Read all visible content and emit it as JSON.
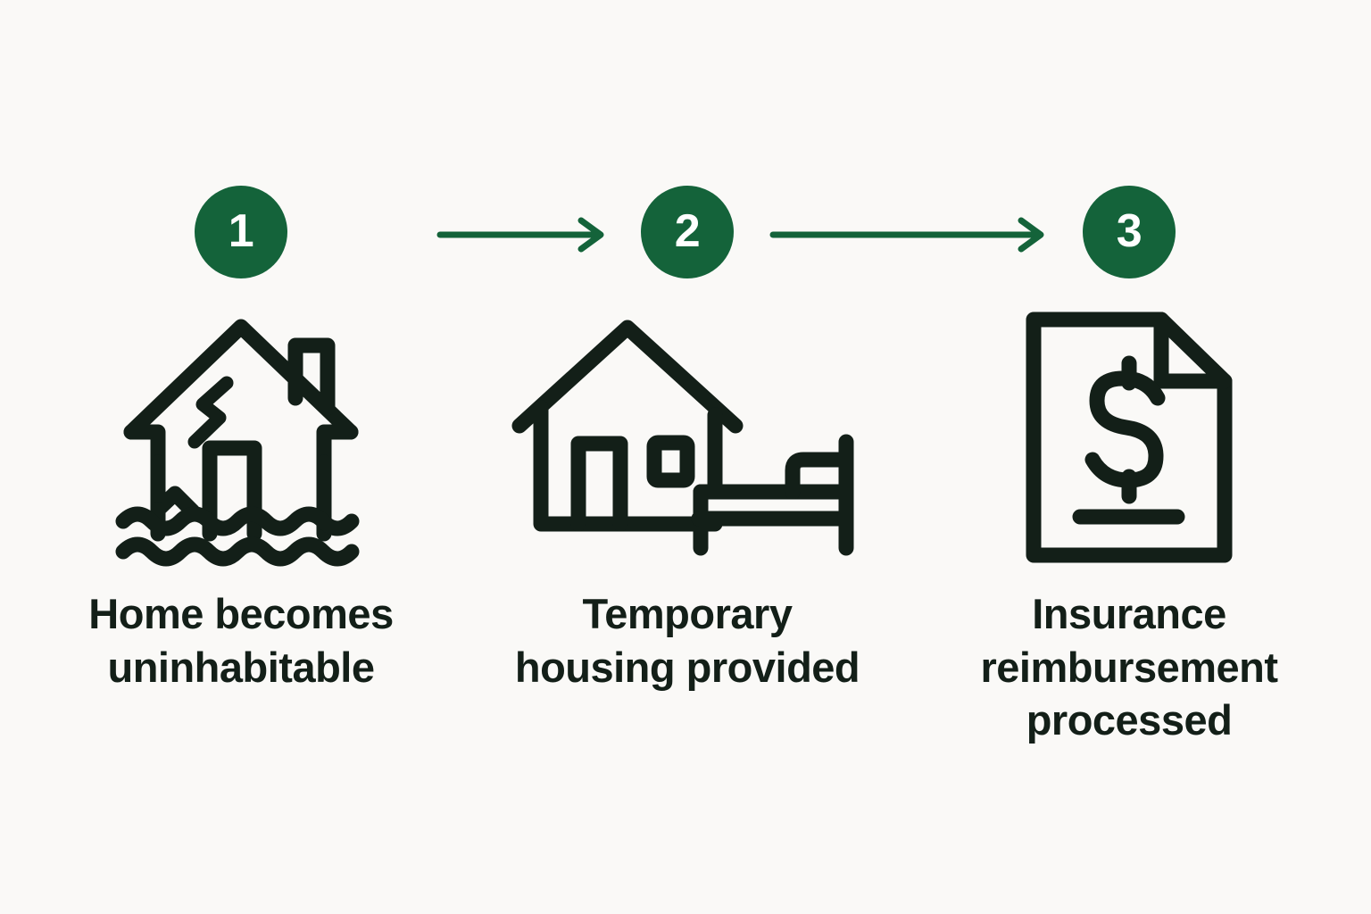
{
  "page": {
    "background_color": "#faf9f7",
    "accent_color": "#14633a",
    "icon_color": "#131f18",
    "text_color": "#131f18"
  },
  "steps": [
    {
      "number": "1",
      "caption": "Home becomes\nuninhabitable",
      "icon_name": "flooded-damaged-house-icon"
    },
    {
      "number": "2",
      "caption": "Temporary\nhousing provided",
      "icon_name": "house-with-bed-icon"
    },
    {
      "number": "3",
      "caption": "Insurance\nreimbursement\nprocessed",
      "icon_name": "dollar-document-icon"
    }
  ],
  "connectors": [
    {
      "name": "arrow-step1-to-step2",
      "direction": "right"
    },
    {
      "name": "arrow-step2-to-step3",
      "direction": "right"
    }
  ]
}
